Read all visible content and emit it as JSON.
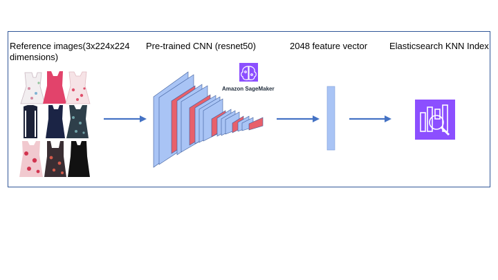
{
  "labels": {
    "reference": "Reference images(3x224x224 dimensions)",
    "cnn": "Pre-trained CNN (resnet50)",
    "vector": "2048 feature vector",
    "elasticsearch": "Elasticsearch KNN Index"
  },
  "sagemaker": {
    "text": "Amazon SageMaker",
    "icon": "sagemaker-brain-icon",
    "color": "#8c4fff"
  },
  "elasticsearch_icon": {
    "icon": "magnifier-bar-icon",
    "color": "#8c4fff"
  },
  "colors": {
    "frame": "#2f5597",
    "arrow": "#4472c4",
    "layer_blue": "#a9c4f5",
    "layer_red": "#e8606a",
    "vector_bar": "#a9c4f5"
  },
  "dresses": [
    {
      "icon": "dress-floral-white-icon"
    },
    {
      "icon": "dress-pink-icon"
    },
    {
      "icon": "dress-floral-pink-icon"
    },
    {
      "icon": "dress-navy-stripe-icon"
    },
    {
      "icon": "dress-navy-icon"
    },
    {
      "icon": "dress-teal-print-icon"
    },
    {
      "icon": "dress-red-floral-icon"
    },
    {
      "icon": "dress-dark-floral-icon"
    },
    {
      "icon": "dress-black-icon"
    }
  ]
}
